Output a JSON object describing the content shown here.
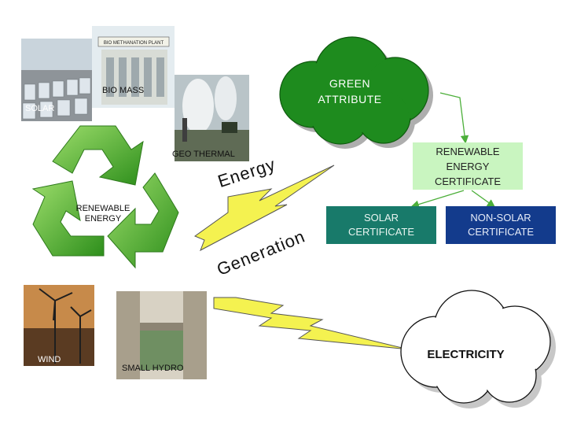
{
  "sources": {
    "solar": "SOLAR",
    "biomass": "BIO MASS",
    "geothermal": "GEO THERMAL",
    "wind": "WIND",
    "small_hydro": "SMALL HYDRO"
  },
  "photo_sign_text": "BIO METHANATION PLANT",
  "renewable_energy": "RENEWABLE\nENERGY",
  "energy_word": "Energy",
  "generation_word": "Generation",
  "green_attribute": "GREEN\nATTRIBUTE",
  "rec": "RENEWABLE\nENERGY\nCERTIFICATE",
  "solar_certificate": "SOLAR\nCERTIFICATE",
  "non_solar_certificate": "NON-SOLAR\nCERTIFICATE",
  "electricity": "ELECTRICITY",
  "colors": {
    "green_cloud": "#1e8b1e",
    "rec_box": "#c9f5c0",
    "solar_cert": "#187a6a",
    "non_solar_cert": "#133b8c",
    "bolt": "#f4f250",
    "arrow_green": "#3fa82a"
  }
}
